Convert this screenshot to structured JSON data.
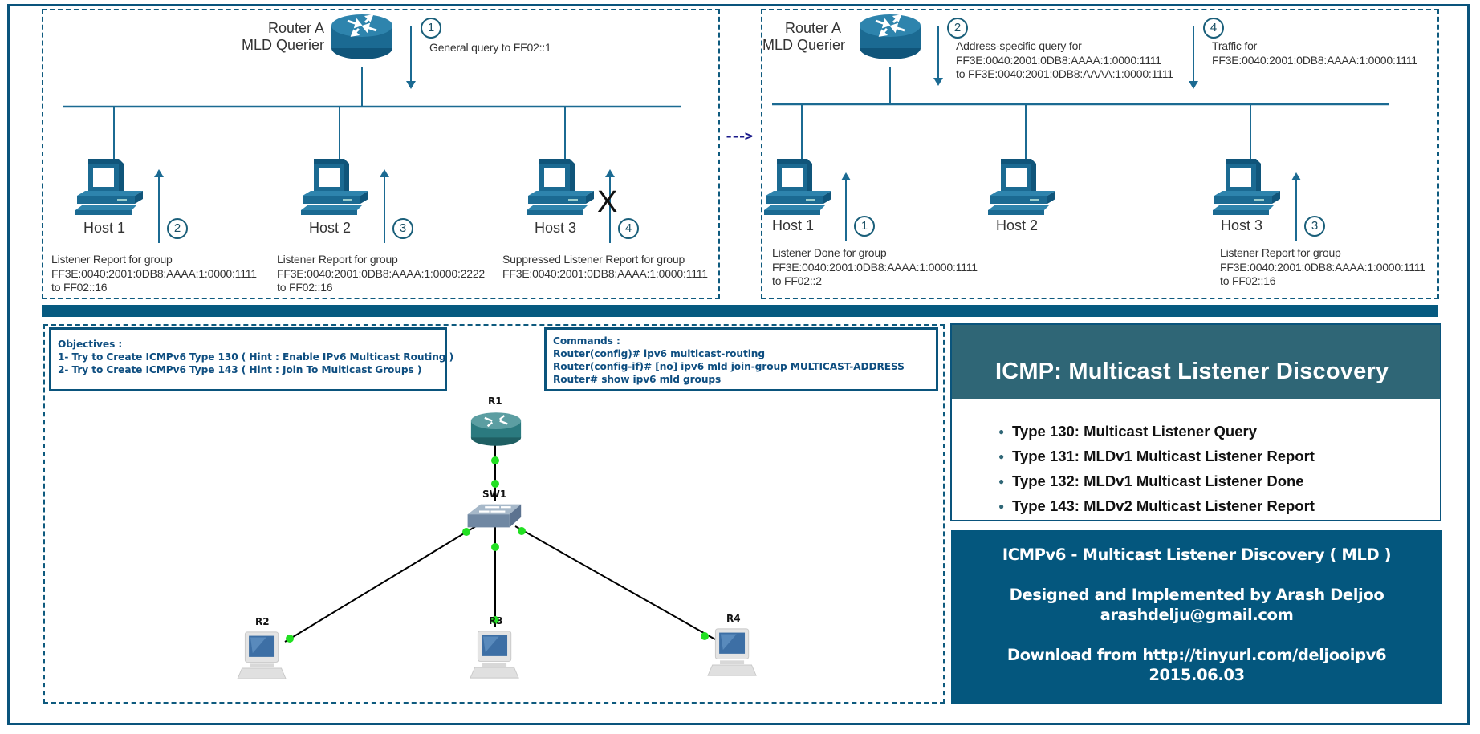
{
  "colors": {
    "frame": "#0a547c",
    "cisco_blue": "#1b6a92",
    "icmp_header": "#2f6676",
    "credit_bg": "#04577e",
    "link_dot": "#22e022",
    "text_dark_blue": "#0e4e80"
  },
  "scenario_left": {
    "router_label": [
      "Router A",
      "MLD Querier"
    ],
    "router_icon": "cisco-router-icon",
    "step1": {
      "num": "1",
      "text": "General query to FF02::1",
      "direction": "down"
    },
    "hosts": [
      {
        "name": "Host 1",
        "step": "2",
        "direction": "up",
        "suppressed": false,
        "note": [
          "Listener Report for group",
          "FF3E:0040:2001:0DB8:AAAA:1:0000:1111",
          "to FF02::16"
        ]
      },
      {
        "name": "Host 2",
        "step": "3",
        "direction": "up",
        "suppressed": false,
        "note": [
          "Listener Report for group",
          "FF3E:0040:2001:0DB8:AAAA:1:0000:2222",
          "to FF02::16"
        ]
      },
      {
        "name": "Host 3",
        "step": "4",
        "direction": "up",
        "suppressed": true,
        "x_mark": "X",
        "note": [
          "Suppressed Listener Report for group",
          "FF3E:0040:2001:0DB8:AAAA:1:0000:1111"
        ]
      }
    ]
  },
  "transition_arrow": "--->",
  "scenario_right": {
    "router_label": [
      "Router A",
      "MLD Querier"
    ],
    "router_icon": "cisco-router-icon",
    "step2": {
      "num": "2",
      "direction": "down",
      "text": [
        "Address-specific query for",
        "FF3E:0040:2001:0DB8:AAAA:1:0000:1111",
        "to FF3E:0040:2001:0DB8:AAAA:1:0000:1111"
      ]
    },
    "step4": {
      "num": "4",
      "direction": "down",
      "text": [
        "Traffic for",
        "FF3E:0040:2001:0DB8:AAAA:1:0000:1111"
      ]
    },
    "hosts": [
      {
        "name": "Host 1",
        "step": "1",
        "direction": "up",
        "note": [
          "Listener Done for group",
          "FF3E:0040:2001:0DB8:AAAA:1:0000:1111",
          "to FF02::2"
        ]
      },
      {
        "name": "Host 2"
      },
      {
        "name": "Host 3",
        "step": "3",
        "direction": "up",
        "note": [
          "Listener Report for group",
          "FF3E:0040:2001:0DB8:AAAA:1:0000:1111",
          "to FF02::16"
        ]
      }
    ]
  },
  "objectives": {
    "title": "Objectives :",
    "items": [
      "1- Try to Create ICMPv6 Type 130 ( Hint : Enable IPv6 Multicast Routing )",
      "2- Try to Create ICMPv6 Type 143 ( Hint : Join To Multicast Groups )"
    ]
  },
  "commands": {
    "title": "Commands :",
    "items": [
      "Router(config)# ipv6 multicast-routing",
      "Router(config-if)# [no] ipv6 mld join-group MULTICAST-ADDRESS",
      "Router# show ipv6 mld groups"
    ]
  },
  "topology": {
    "nodes": [
      {
        "id": "R1",
        "label": "R1",
        "type": "router"
      },
      {
        "id": "SW1",
        "label": "SW1",
        "type": "switch"
      },
      {
        "id": "R2",
        "label": "R2",
        "type": "host"
      },
      {
        "id": "R3",
        "label": "R3",
        "type": "host"
      },
      {
        "id": "R4",
        "label": "R4",
        "type": "host"
      }
    ],
    "links": [
      {
        "from": "R1",
        "to": "SW1"
      },
      {
        "from": "SW1",
        "to": "R2"
      },
      {
        "from": "SW1",
        "to": "R3"
      },
      {
        "from": "SW1",
        "to": "R4"
      }
    ]
  },
  "icmp_panel": {
    "title": "ICMP: Multicast Listener Discovery",
    "types": [
      "Type 130: Multicast Listener Query",
      "Type 131: MLDv1 Multicast Listener Report",
      "Type 132: MLDv1 Multicast Listener Done",
      "Type 143: MLDv2 Multicast Listener Report"
    ]
  },
  "credits": {
    "title": "ICMPv6 - Multicast Listener Discovery ( MLD )",
    "author": "Designed and Implemented by Arash Deljoo",
    "email": "arashdelju@gmail.com",
    "download": "Download from http://tinyurl.com/deljooipv6",
    "date": "2015.06.03"
  }
}
